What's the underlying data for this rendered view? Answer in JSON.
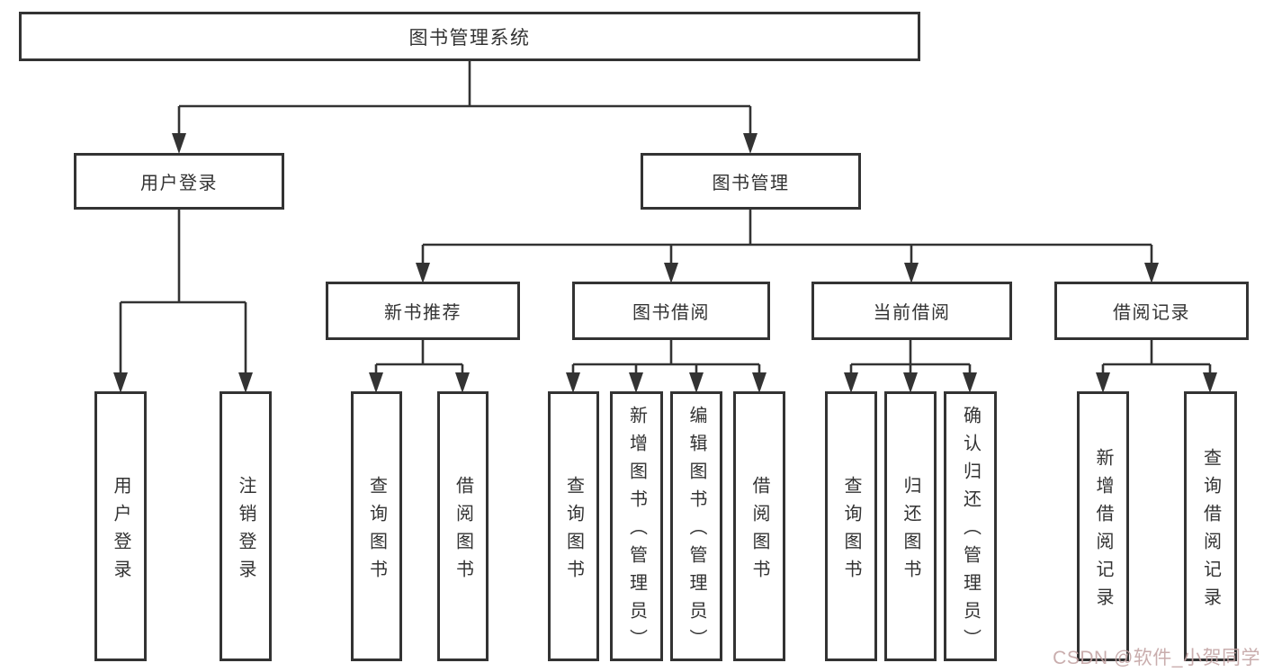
{
  "diagram_title": "图书管理系统",
  "tree": {
    "label": "图书管理系统",
    "children": [
      {
        "label": "用户登录",
        "children": [
          {
            "label": "用户登录"
          },
          {
            "label": "注销登录"
          }
        ]
      },
      {
        "label": "图书管理",
        "children": [
          {
            "label": "新书推荐",
            "children": [
              {
                "label": "查询图书"
              },
              {
                "label": "借阅图书"
              }
            ]
          },
          {
            "label": "图书借阅",
            "children": [
              {
                "label": "查询图书"
              },
              {
                "label": "新增图书（管理员）"
              },
              {
                "label": "编辑图书（管理员）"
              },
              {
                "label": "借阅图书"
              }
            ]
          },
          {
            "label": "当前借阅",
            "children": [
              {
                "label": "查询图书"
              },
              {
                "label": "归还图书"
              },
              {
                "label": "确认归还（管理员）"
              }
            ]
          },
          {
            "label": "借阅记录",
            "children": [
              {
                "label": "新增借阅记录"
              },
              {
                "label": "查询借阅记录"
              }
            ]
          }
        ]
      }
    ]
  },
  "watermark": {
    "text": "CSDN @软件_小贺同学"
  },
  "colors": {
    "line": "#333333",
    "box_border": "#333333",
    "text": "#333333",
    "background": "#ffffff",
    "watermark": "#c1a2a2"
  }
}
